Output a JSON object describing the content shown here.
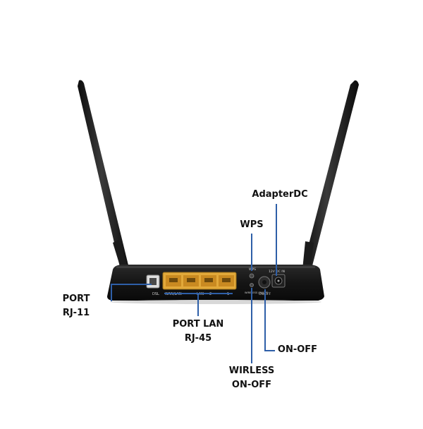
{
  "labels": {
    "adapter_dc": "AdapterDC",
    "wps": "WPS",
    "port_rj11_line1": "PORT",
    "port_rj11_line2": "RJ-11",
    "port_lan_line1": "PORT LAN",
    "port_lan_line2": "RJ-45",
    "on_off": "ON-OFF",
    "wireless_line1": "WIRLESS",
    "wireless_line2": "ON-OFF"
  },
  "device_print": {
    "dsl": "DSL",
    "wan_lan": "WAN/LAN",
    "lan": "LAN",
    "port2": "2",
    "port1": "1",
    "wps": "WPS",
    "power_in": "12V DC IN",
    "on_off": "ON/OFF",
    "wireless": "WIRELESS ON/OFF"
  },
  "colors": {
    "callout_line": "#2e5fa8",
    "port_yellow": "#e2a93a",
    "case_black": "#151515"
  },
  "icons": [
    "router-icon",
    "antenna-icon"
  ]
}
